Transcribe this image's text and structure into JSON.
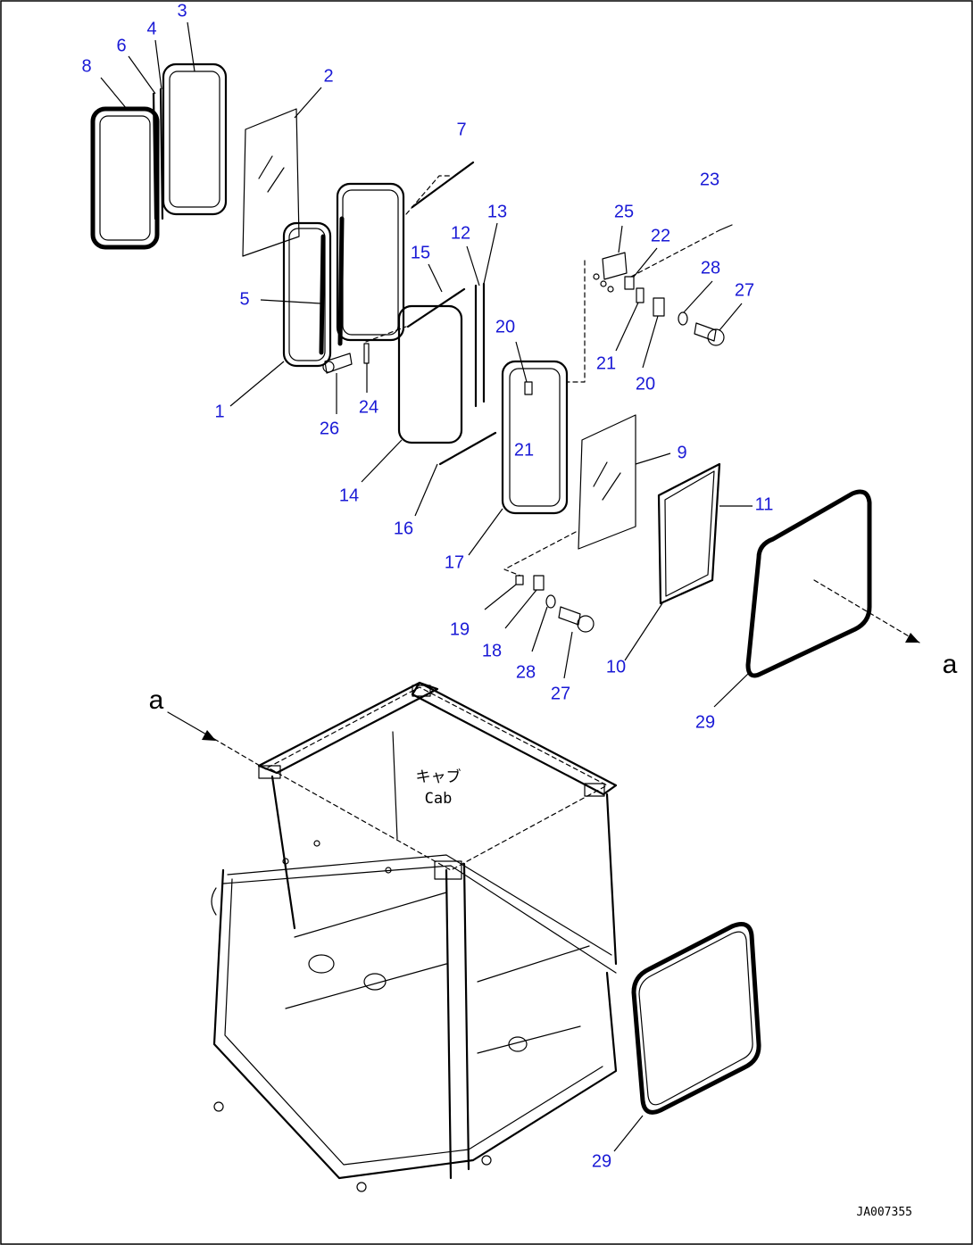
{
  "callouts": [
    "1",
    "2",
    "3",
    "4",
    "5",
    "6",
    "7",
    "8",
    "9",
    "10",
    "11",
    "12",
    "13",
    "14",
    "15",
    "16",
    "17",
    "18",
    "19",
    "20",
    "20",
    "21",
    "21",
    "22",
    "23",
    "24",
    "25",
    "26",
    "27",
    "27",
    "28",
    "28",
    "29",
    "29"
  ],
  "view_marker": {
    "letter": "a"
  },
  "cab": {
    "label_jp": "キャブ",
    "label_en": "Cab"
  },
  "drawing_id": "JA007355"
}
